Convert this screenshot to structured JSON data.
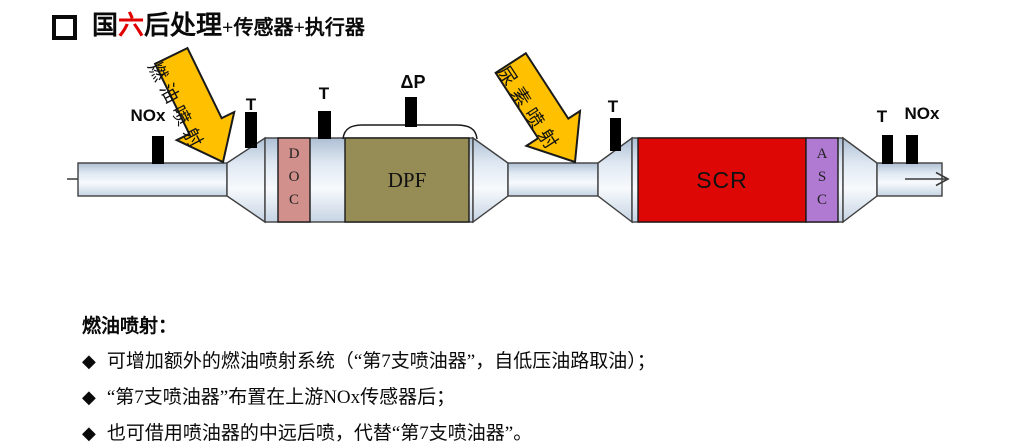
{
  "slide": {
    "title": {
      "main_prefix": "国",
      "main_red": "六",
      "main_rest": "后处理",
      "suffix": "+传感器+执行器"
    }
  },
  "diagram": {
    "flow_direction": "left-to-right",
    "sensors": [
      {
        "id": "nox-inlet",
        "label": "NOx"
      },
      {
        "id": "t1",
        "label": "T"
      },
      {
        "id": "t2",
        "label": "T"
      },
      {
        "id": "delta-p",
        "label": "ΔP"
      },
      {
        "id": "t3",
        "label": "T"
      },
      {
        "id": "t-outlet",
        "label": "T"
      },
      {
        "id": "nox-outlet",
        "label": "NOx"
      }
    ],
    "injections": {
      "fuel": "燃油喷射",
      "urea": "尿素喷射"
    },
    "components": [
      {
        "id": "doc",
        "label": "DOC"
      },
      {
        "id": "dpf",
        "label": "DPF"
      },
      {
        "id": "scr",
        "label": "SCR"
      },
      {
        "id": "asc",
        "label": "ASC"
      }
    ],
    "colors": {
      "doc": "#d2908c",
      "dpf": "#968c55",
      "scr": "#dd0806",
      "asc": "#b07ad2",
      "injector_arrow": "#ffc000",
      "sensor": "#000000",
      "title_red": "#e00000"
    }
  },
  "notes": {
    "heading": "燃油喷射：",
    "bullet_char": "◆",
    "items": [
      "可增加额外的燃油喷射系统（“第7支喷油器”，自低压油路取油）；",
      "“第7支喷油器”布置在上游NOx传感器后；",
      "也可借用喷油器的中远后喷，代替“第7支喷油器”。"
    ]
  }
}
